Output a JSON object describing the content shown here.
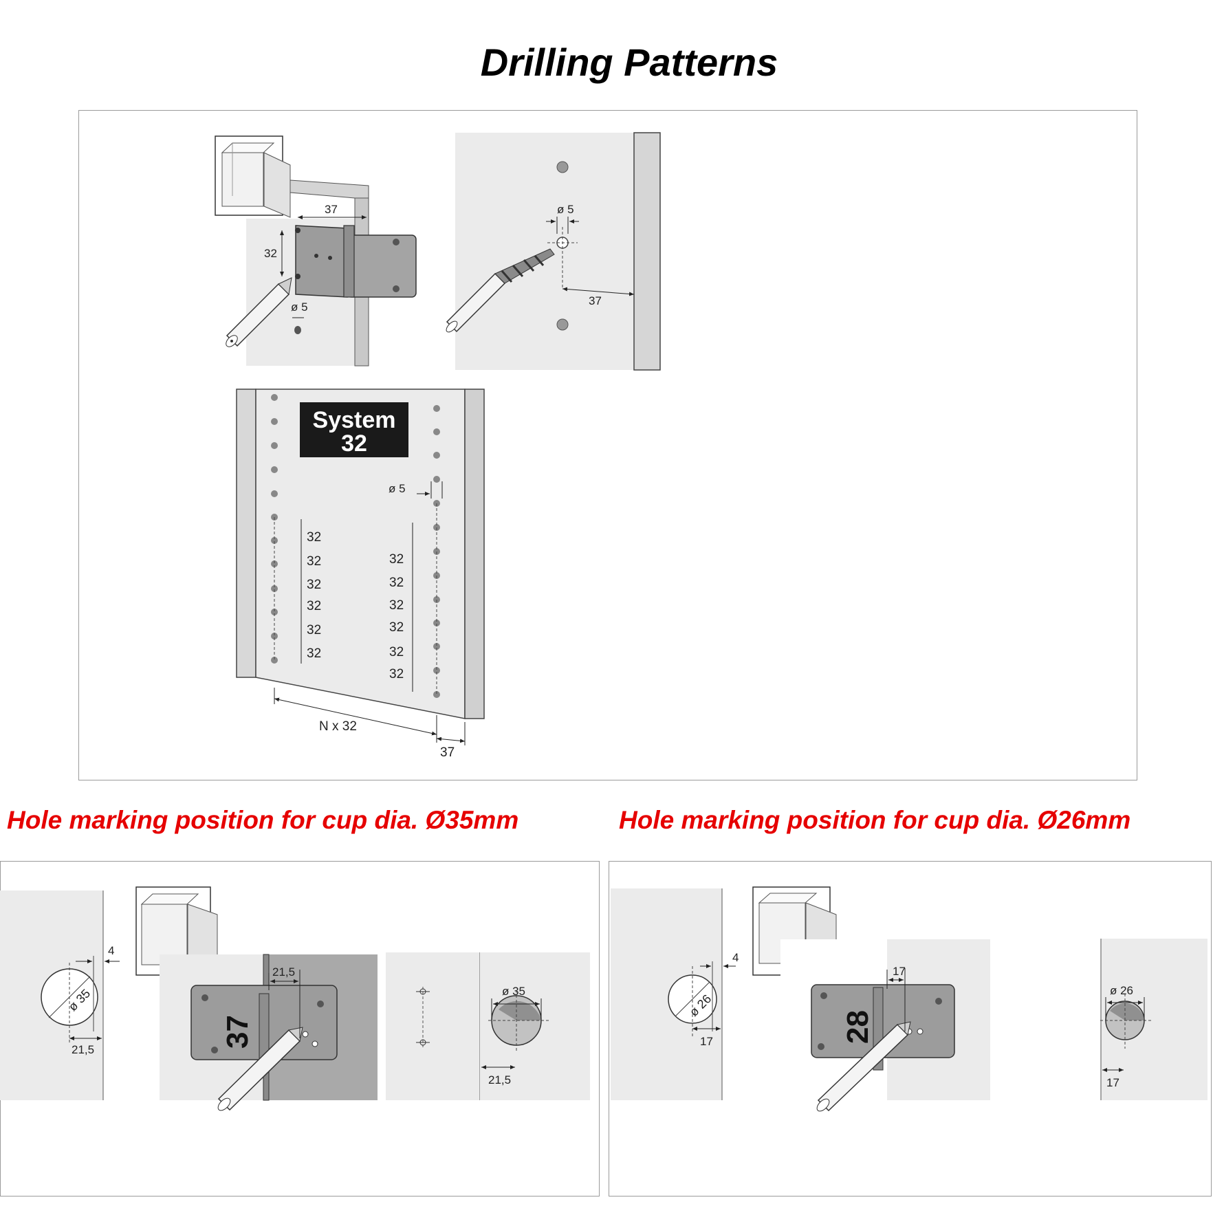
{
  "title": "Drilling Patterns",
  "top": {
    "jig": {
      "dim_width": "37",
      "dim_pitch": "32",
      "dim_hole": "ø 5"
    },
    "drill": {
      "dim_hole": "ø 5",
      "dim_edge": "37"
    },
    "system": {
      "logo_line1": "System",
      "logo_line2": "32",
      "dim_hole": "ø 5",
      "pitch_label": "32",
      "bottom_label": "N x 32",
      "edge_label": "37"
    }
  },
  "left_section": {
    "heading": "Hole marking position for cup dia. Ø35mm",
    "cup_dia": "ø 35",
    "edge_gap": "4",
    "cup_offset": "21,5",
    "jig_number": "37",
    "jig_offset": "21,5",
    "bore_dia": "ø 35",
    "bore_offset": "21,5"
  },
  "right_section": {
    "heading": "Hole marking position for cup dia. Ø26mm",
    "cup_dia": "ø 26",
    "edge_gap": "4",
    "cup_offset": "17",
    "jig_number": "28",
    "jig_offset": "17",
    "bore_dia": "ø 26",
    "bore_offset": "17"
  },
  "colors": {
    "heading_red": "#e60000",
    "panel_gray": "#ebebeb",
    "jig_gray": "#9c9c9c"
  }
}
